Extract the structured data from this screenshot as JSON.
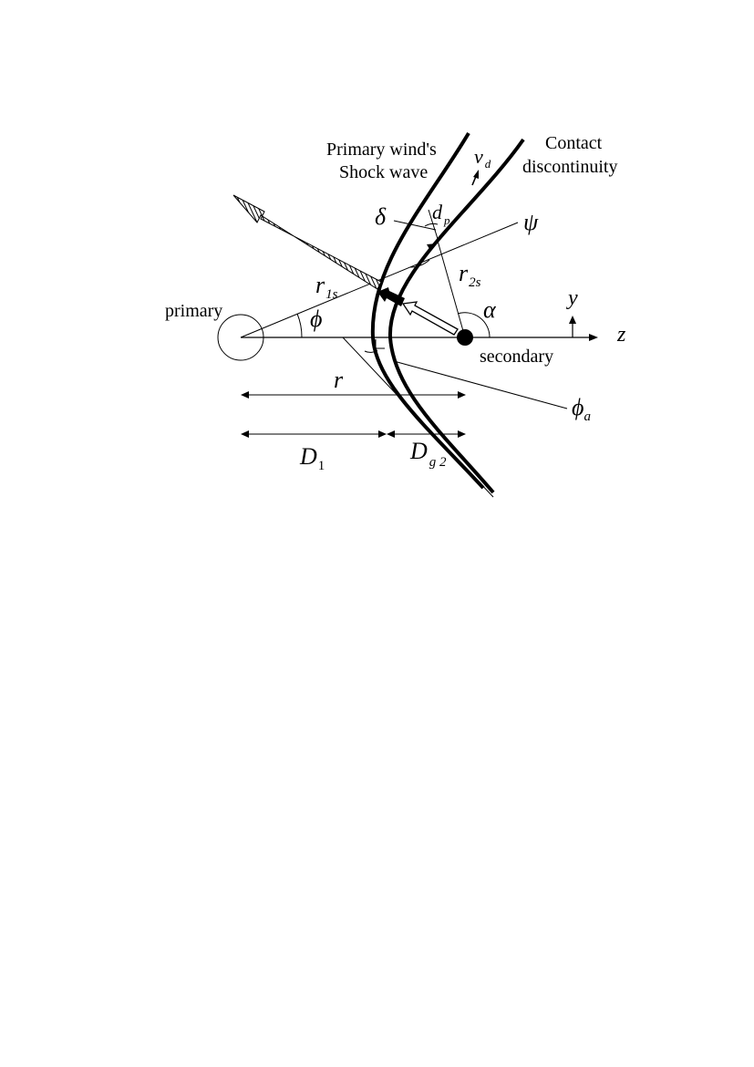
{
  "labels": {
    "primary_wind_shock_line1": "Primary wind's",
    "primary_wind_shock_line2": "Shock wave",
    "contact_line1": "Contact",
    "contact_line2": "discontinuity",
    "primary": "primary",
    "secondary": "secondary"
  },
  "symbols": {
    "v": "v",
    "v_sub": "d",
    "d": "d",
    "d_sub": "p",
    "delta": "δ",
    "psi": "ψ",
    "r1": "r",
    "r1_sub": "1s",
    "r2": "r",
    "r2_sub": "2s",
    "phi": "ϕ",
    "alpha": "α",
    "y": "y",
    "z": "z",
    "r": "r",
    "phi_a": "ϕ",
    "phi_a_sub": "a",
    "D1": "D",
    "D1_sub": "1",
    "Dg2": "D",
    "Dg2_sub": "g 2"
  },
  "colors": {
    "ink": "#000000",
    "paper": "#ffffff"
  }
}
